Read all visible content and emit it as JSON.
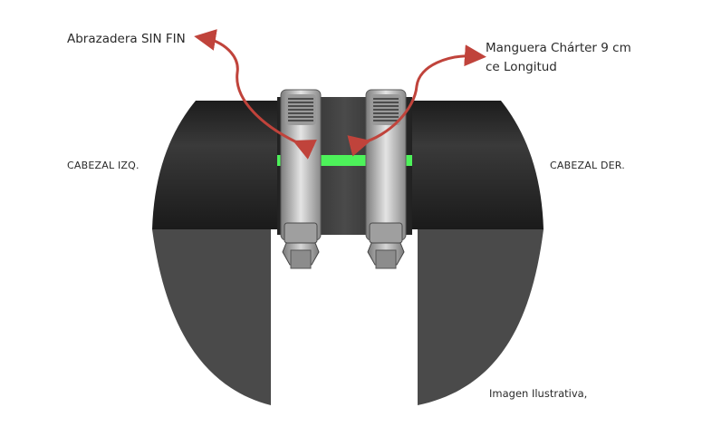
{
  "labels": {
    "clamp": "Abrazadera SIN FIN",
    "hose_line1": "Manguera Chárter 9 cm",
    "hose_line2": "ce Longitud",
    "left_head": "CABEZAL IZQ.",
    "right_head": "CABEZAL DER.",
    "note": "Imagen Ilustrativa,"
  },
  "colors": {
    "pipe": "#2b2b2b",
    "disc": "#4a4a4a",
    "band": "#b8b8b8",
    "marker": "#4df25a",
    "arrow": "#c0433b"
  }
}
